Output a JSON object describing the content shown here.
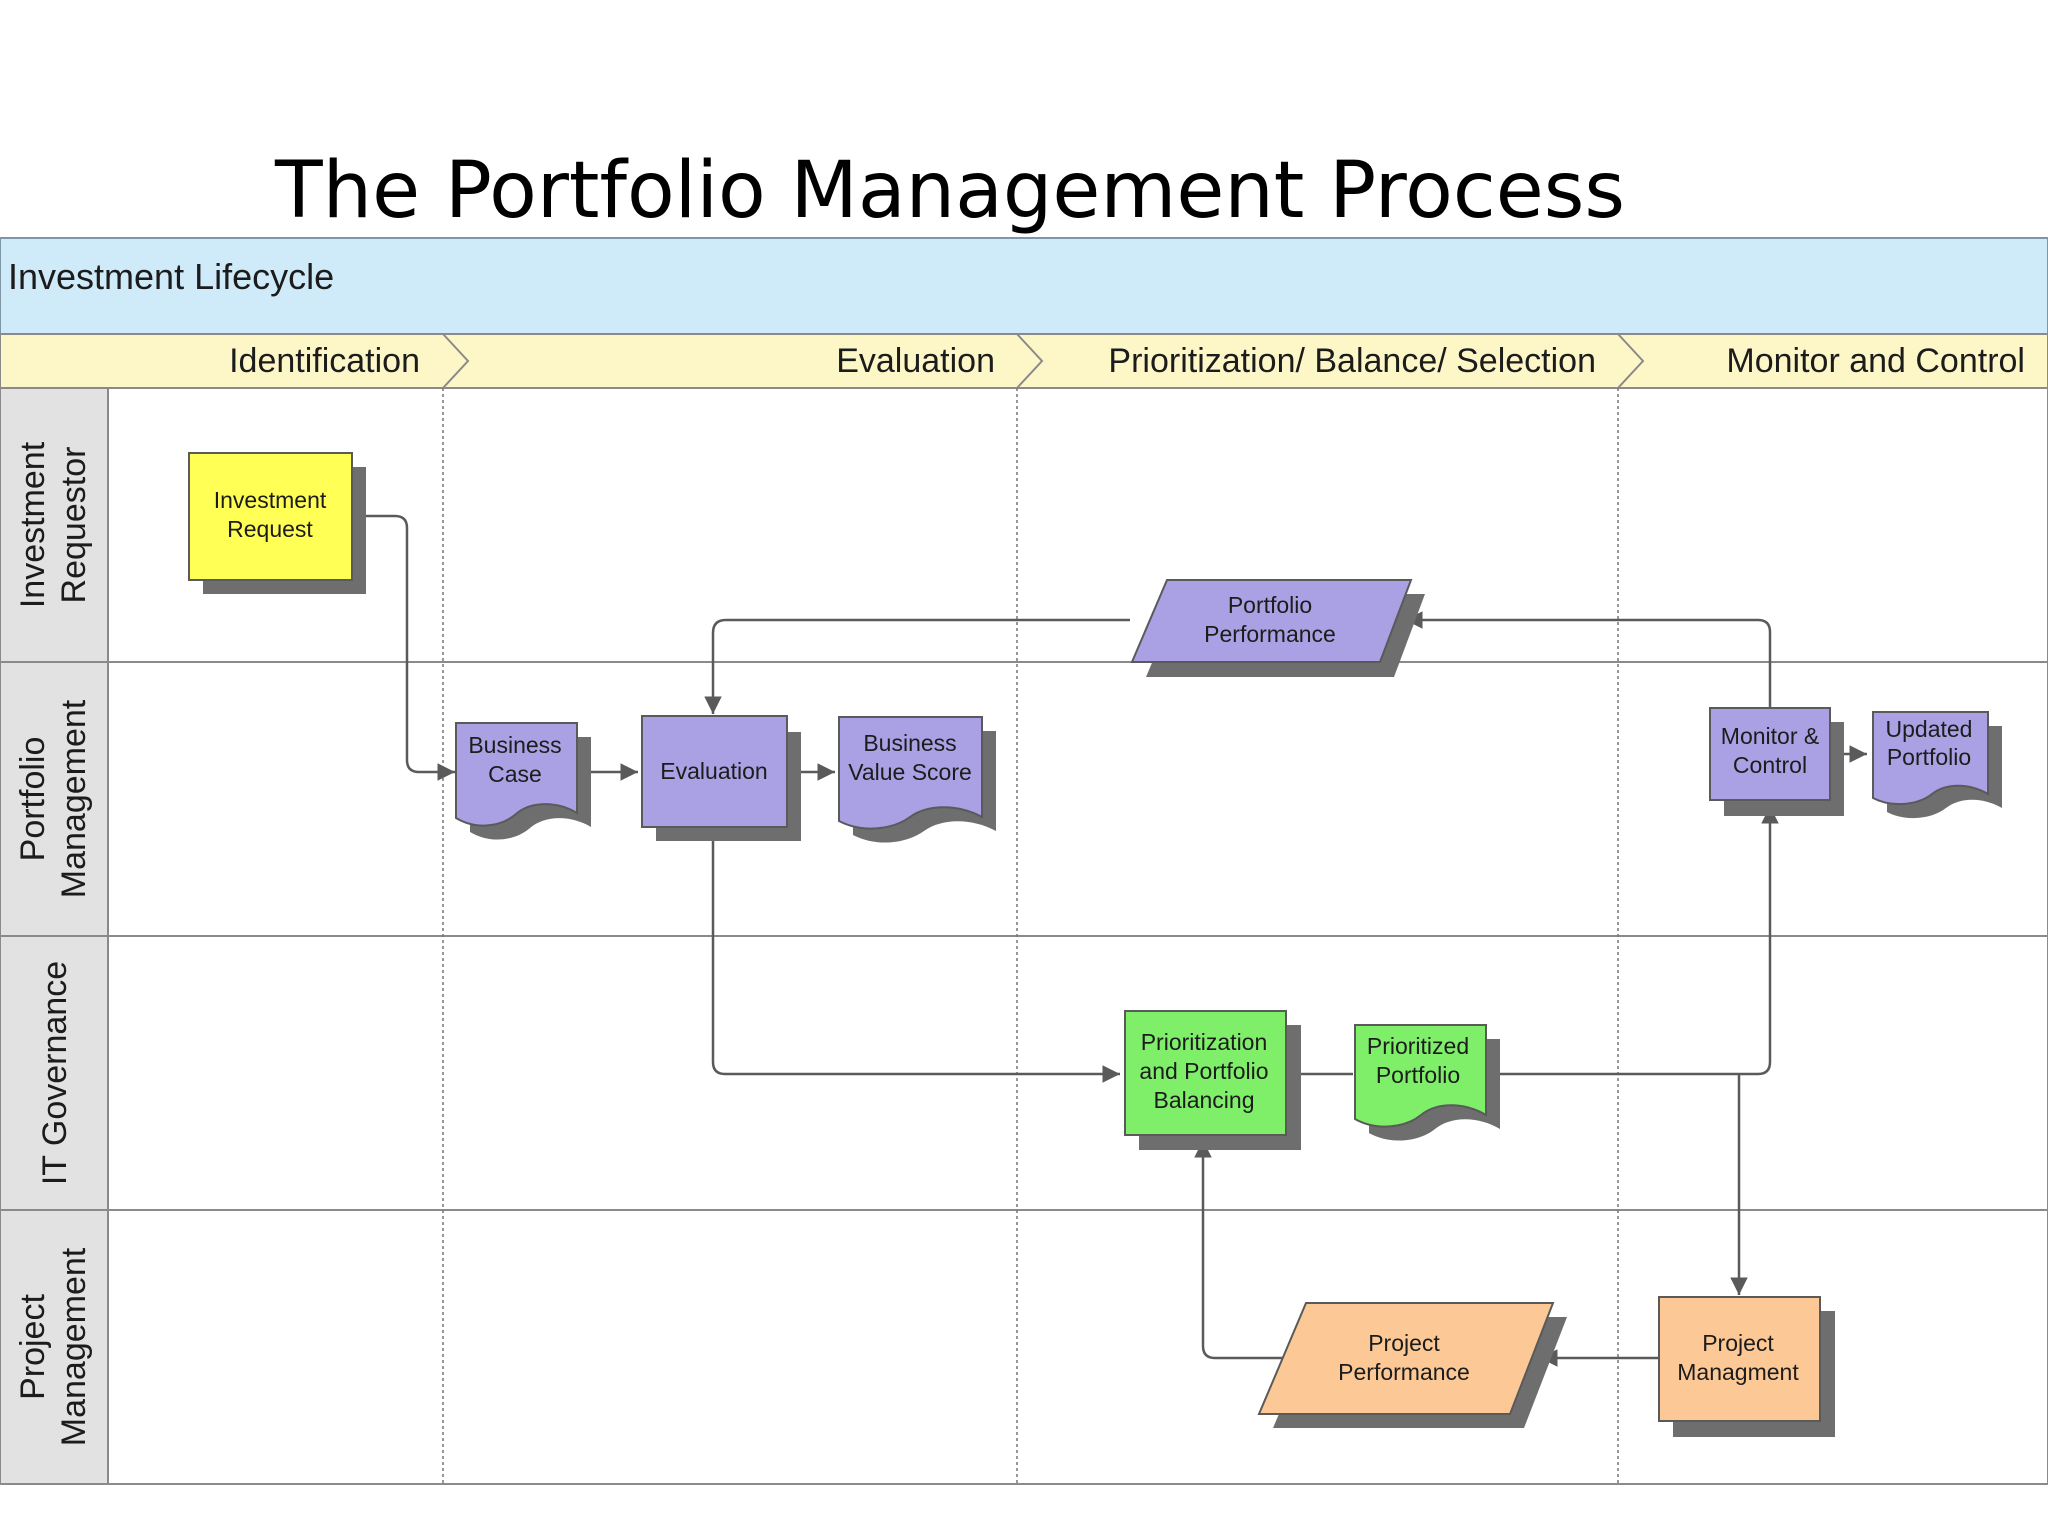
{
  "title": "The Portfolio Management Process",
  "header": {
    "label": "Investment Lifecycle"
  },
  "phases": [
    {
      "label": "Identification"
    },
    {
      "label": "Evaluation"
    },
    {
      "label": "Prioritization/ Balance/ Selection"
    },
    {
      "label": "Monitor and Control"
    }
  ],
  "lanes": [
    {
      "lines": [
        "Investment",
        "Requestor"
      ]
    },
    {
      "lines": [
        "Portfolio",
        "Management"
      ]
    },
    {
      "lines": [
        "IT Governance"
      ]
    },
    {
      "lines": [
        "Project",
        "Management"
      ]
    }
  ],
  "nodes": {
    "investment_request": {
      "lines": [
        "Investment",
        "Request"
      ]
    },
    "business_case": {
      "lines": [
        "Business",
        "Case"
      ]
    },
    "evaluation": {
      "lines": [
        "Evaluation"
      ]
    },
    "business_value_score": {
      "lines": [
        "Business",
        "Value Score"
      ]
    },
    "portfolio_performance": {
      "lines": [
        "Portfolio",
        "Performance"
      ]
    },
    "monitor_control": {
      "lines": [
        "Monitor &",
        "Control"
      ]
    },
    "updated_portfolio": {
      "lines": [
        "Updated",
        "Portfolio"
      ]
    },
    "prioritization_balancing": {
      "lines": [
        "Prioritization",
        "and Portfolio",
        "Balancing"
      ]
    },
    "prioritized_portfolio": {
      "lines": [
        "Prioritized",
        "Portfolio"
      ]
    },
    "project_performance": {
      "lines": [
        "Project",
        "Performance"
      ]
    },
    "project_managment": {
      "lines": [
        "Project",
        "Managment"
      ]
    }
  },
  "colors": {
    "header_bg": "#cfeaf8",
    "phase_bg": "#fdf7c8",
    "lane_label_bg": "#e2e2e2",
    "yellow": "#ffff55",
    "purple": "#a9a1e3",
    "green": "#7fef6a",
    "orange": "#fcc996",
    "shadow": "#6e6e6e",
    "connector": "#5a5a5a"
  }
}
